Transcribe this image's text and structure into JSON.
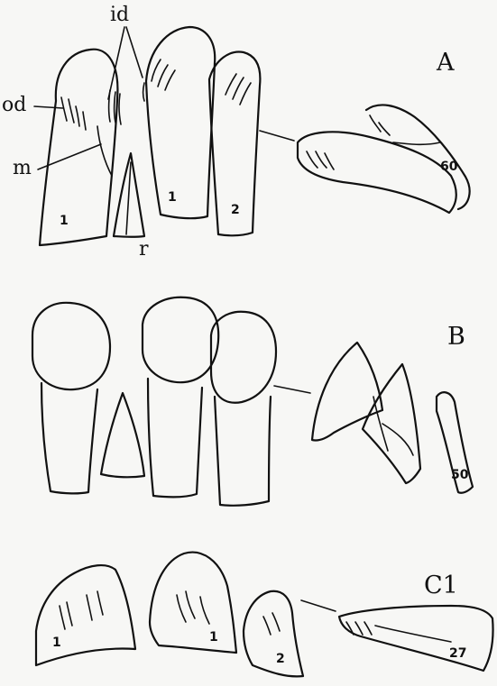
{
  "panels": [
    {
      "label": "A",
      "tooth_labels": [
        "1",
        "1",
        "2"
      ],
      "magnification": "60"
    },
    {
      "label": "B",
      "magnification": "50"
    },
    {
      "label": "C1",
      "tooth_labels": [
        "1",
        "1",
        "2"
      ],
      "magnification": "27"
    }
  ],
  "annotations": {
    "id": "id",
    "od": "od",
    "m": "m",
    "r": "r"
  }
}
